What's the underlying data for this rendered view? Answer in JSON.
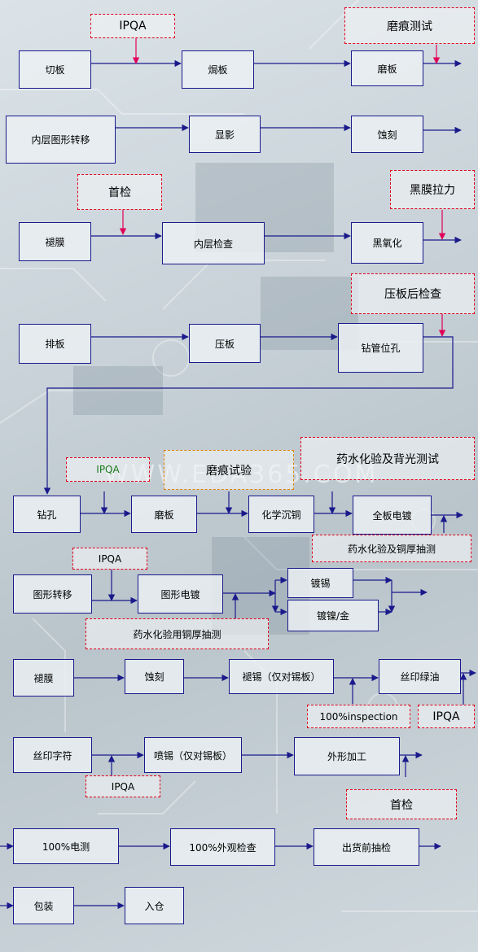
{
  "diagram": {
    "row1": {
      "cut": "切板",
      "bake": "焗板",
      "grind": "磨板",
      "qc_ipqa": "IPQA",
      "qc_scratch": "磨痕测试"
    },
    "row2": {
      "inner_transfer": "内层图形转移",
      "develop": "显影",
      "etch": "蚀刻"
    },
    "row3": {
      "strip": "褪膜",
      "inner_inspect": "内层检查",
      "black_oxide": "黑氧化",
      "qc_first": "首检",
      "qc_peel": "黑膜拉力"
    },
    "row4": {
      "layup": "排板",
      "press": "压板",
      "pin_hole": "钻管位孔",
      "qc_after_press": "压板后检查"
    },
    "row5": {
      "drill": "钻孔",
      "grind": "磨板",
      "pth": "化学沉铜",
      "panel_plate": "全板电镀",
      "qc_ipqa": "IPQA",
      "qc_scratch": "磨痕试验",
      "qc_backlight": "药水化验及背光测试",
      "qc_thickness": "药水化验及铜厚抽测"
    },
    "row6": {
      "pattern_transfer": "图形转移",
      "pattern_plate": "图形电镀",
      "tin_plate": "镀锡",
      "ni_au_plate": "镀镍/金",
      "qc_ipqa": "IPQA",
      "qc_thickness": "药水化验用铜厚抽测"
    },
    "row7": {
      "strip": "褪膜",
      "etch": "蚀刻",
      "strip_tin": "褪锡（仅对锡板）",
      "solder_mask": "丝印绿油",
      "qc_inspection": "100%inspection",
      "qc_ipqa": "IPQA"
    },
    "row8": {
      "legend": "丝印字符",
      "hasl": "喷锡（仅对锡板）",
      "profile": "外形加工",
      "qc_ipqa": "IPQA",
      "qc_first": "首检"
    },
    "row9": {
      "e_test": "100%电测",
      "visual": "100%外观检查",
      "oqc": "出货前抽检"
    },
    "row10": {
      "pack": "包装",
      "warehouse": "入仓"
    },
    "watermark": "WWW.EDA365.COM"
  },
  "colors": {
    "box_border": "#1a1a8c",
    "arrow": "#1a1a8c",
    "qc_border": "#e0001b",
    "qc_arrow": "#e0005a",
    "scratch_border": "#e08000",
    "ipqa_green": "#1a7a1a"
  }
}
